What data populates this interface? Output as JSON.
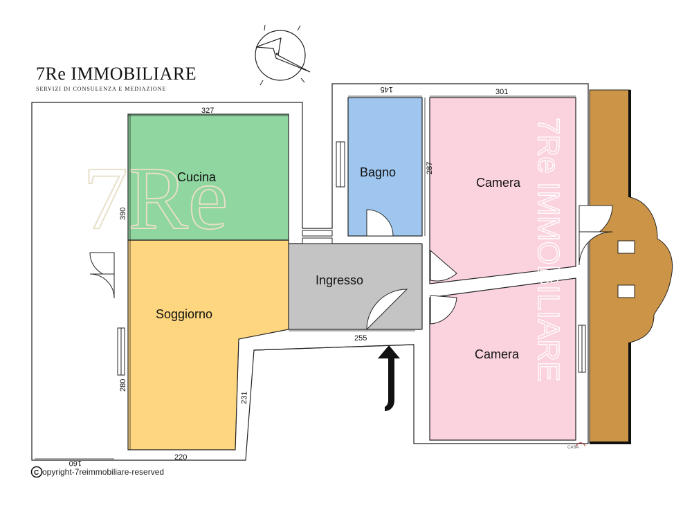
{
  "logo": {
    "title": "7Re IMMOBILIARE",
    "subtitle": "SERVIZI DI CONSULENZA E MEDIAZIONE"
  },
  "watermarks": {
    "mark": "7Re",
    "vertical": "7Re IMMOBILIARE",
    "stamp": "CASA"
  },
  "rooms": {
    "cucina": "Cucina",
    "soggiorno": "Soggiorno",
    "ingresso": "Ingresso",
    "bagno": "Bagno",
    "camera_1": "Camera",
    "camera_2": "Camera"
  },
  "dimensions": {
    "cucina_width": "327",
    "cucina_height": "390",
    "soggiorno_height": "280",
    "soggiorno_width": "220",
    "soggiorno_diag": "231",
    "ingresso_width": "255",
    "bagno_width": "145",
    "bagno_height": "287",
    "camera_width": "301",
    "balcony_width": "160"
  },
  "copyright": {
    "symbol": "C",
    "text": "opyright-7reimmobiliare-reserved"
  },
  "colors": {
    "cucina": "#8fd6a0",
    "soggiorno": "#fdd67f",
    "ingresso": "#c4c4c4",
    "bagno": "#9ec6ee",
    "camera": "#fbd3df",
    "balcony": "#cc9447"
  },
  "icons": {
    "compass": "compass-icon",
    "entrance_arrow": "entrance-arrow-icon"
  }
}
